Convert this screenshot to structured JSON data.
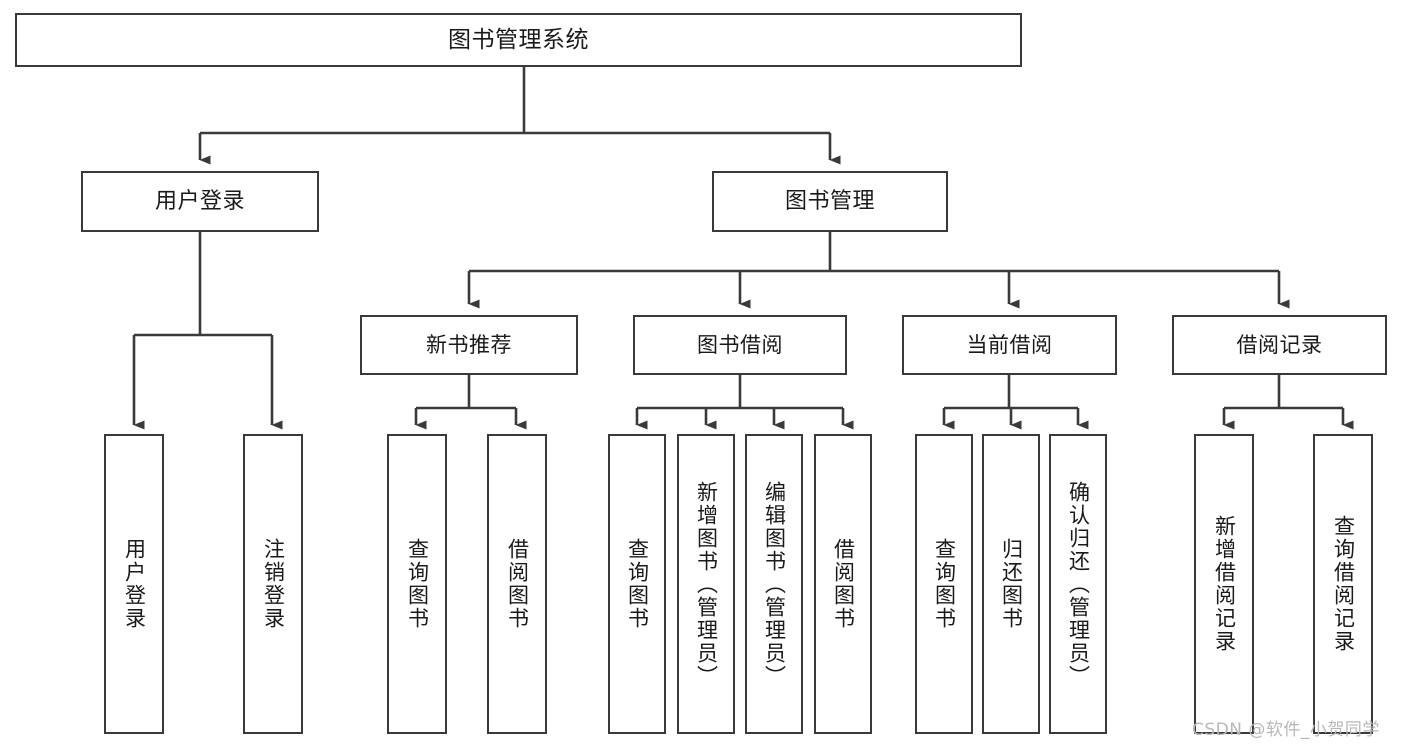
{
  "diagram": {
    "type": "tree-hierarchy",
    "title": "图书管理系统",
    "watermark": "CSDN @软件_小贺同学",
    "root": {
      "label": "图书管理系统",
      "level": 0
    },
    "level1": [
      {
        "label": "用户登录"
      },
      {
        "label": "图书管理"
      }
    ],
    "level2": [
      {
        "label": "新书推荐",
        "parent": "图书管理"
      },
      {
        "label": "图书借阅",
        "parent": "图书管理"
      },
      {
        "label": "当前借阅",
        "parent": "图书管理"
      },
      {
        "label": "借阅记录",
        "parent": "图书管理"
      }
    ],
    "leaves": {
      "用户登录": [
        {
          "label": "用户登录"
        },
        {
          "label": "注销登录"
        }
      ],
      "新书推荐": [
        {
          "label": "查询图书"
        },
        {
          "label": "借阅图书"
        }
      ],
      "图书借阅": [
        {
          "label": "查询图书"
        },
        {
          "label": "新增图书（管理员）"
        },
        {
          "label": "编辑图书（管理员）"
        },
        {
          "label": "借阅图书"
        }
      ],
      "当前借阅": [
        {
          "label": "查询图书"
        },
        {
          "label": "归还图书"
        },
        {
          "label": "确认归还（管理员）"
        }
      ],
      "借阅记录": [
        {
          "label": "新增借阅记录"
        },
        {
          "label": "查询借阅记录"
        }
      ]
    },
    "colors": {
      "stroke": "#3a3a3a",
      "fill": "#ffffff",
      "text": "#1a1a1a",
      "watermark": "#b8b8b8"
    }
  }
}
